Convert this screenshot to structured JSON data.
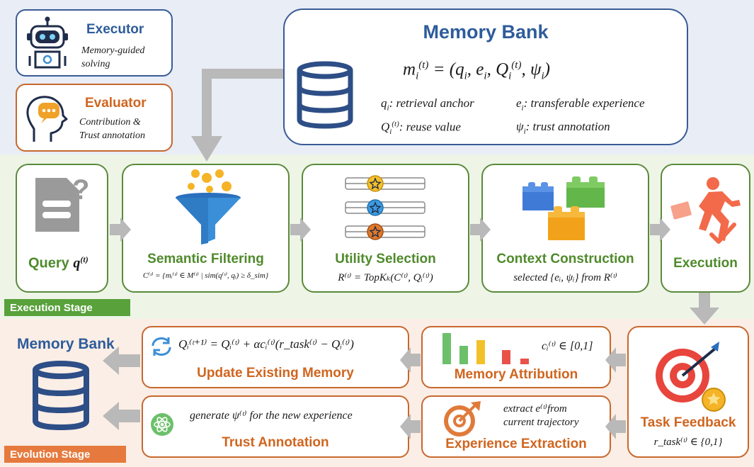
{
  "executor": {
    "title": "Executor",
    "subtitle_line1": "Memory-guided",
    "subtitle_line2": "solving"
  },
  "evaluator": {
    "title": "Evaluator",
    "subtitle_line1": "Contribution &",
    "subtitle_line2": "Trust  annotation"
  },
  "memory_bank": {
    "title": "Memory Bank",
    "formula": "m_i^(t) = (q_i, e_i, Q_i^(t), ψ_i)",
    "formula_m": "m",
    "formula_i": "i",
    "formula_t": "(t)",
    "formula_rhs_open": " = (q",
    "formula_rhs_i1": "i",
    "formula_rhs_e": ", e",
    "formula_rhs_i2": "i",
    "formula_rhs_Q": ", Q",
    "formula_rhs_i3": "i",
    "formula_rhs_t": "(t)",
    "formula_rhs_psi": ", ψ",
    "formula_rhs_i4": "i",
    "formula_rhs_close": ")",
    "legend": [
      {
        "sym": "q",
        "sub": "i",
        "sup": "",
        "text": ": retrieval anchor"
      },
      {
        "sym": "e",
        "sub": "i",
        "sup": "",
        "text": ": transferable experience"
      },
      {
        "sym": "Q",
        "sub": "i",
        "sup": "(t)",
        "text": ": reuse value"
      },
      {
        "sym": "ψ",
        "sub": "i",
        "sup": "",
        "text": ": trust annotation"
      }
    ]
  },
  "execution_stage": {
    "label": "Execution Stage",
    "query": {
      "title": "Query ",
      "sym": "q",
      "sup": "(t)"
    },
    "semantic": {
      "title": "Semantic Filtering",
      "formula": "C⁽ᵗ⁾ = {mᵢ⁽ᵗ⁾ ∈ M⁽ᵗ⁾ | sim(q⁽ᵗ⁾, qᵢ) ≥ δ_sim}"
    },
    "utility": {
      "title": "Utility Selection",
      "formula": "R⁽ᵗ⁾ = TopKₖ(C⁽ᵗ⁾, Qᵢ⁽ᵗ⁾)"
    },
    "context": {
      "title": "Context Construction",
      "formula": "selected {eᵢ, ψᵢ} from R⁽ᵗ⁾"
    },
    "execution": {
      "title": "Execution"
    }
  },
  "evolution_stage": {
    "label": "Evolution Stage",
    "memory_bank_title": "Memory Bank",
    "update": {
      "title": "Update Existing Memory",
      "formula": "Qᵢ⁽ᵗ⁺¹⁾ = Qᵢ⁽ᵗ⁾ + αcᵢ⁽ᵗ⁾(r_task⁽ᵗ⁾ − Qᵢ⁽ᵗ⁾)"
    },
    "trust": {
      "title": "Trust Annotation",
      "formula": "generate ψ⁽ᵗ⁾ for the new experience"
    },
    "attribution": {
      "title": "Memory Attribution",
      "formula": "cᵢ⁽ᵗ⁾ ∈ [0,1]"
    },
    "extraction": {
      "title": "Experience Extraction",
      "line1": "extract e⁽ᵗ⁾from",
      "line2": "current trajectory"
    },
    "feedback": {
      "title": "Task Feedback",
      "formula": "r_task⁽ᵗ⁾ ∈ {0,1}"
    }
  },
  "colors": {
    "blue": "#2e5c9a",
    "green": "#4f8a2b",
    "orange": "#d0651f",
    "arrow": "#b9b9b9"
  }
}
